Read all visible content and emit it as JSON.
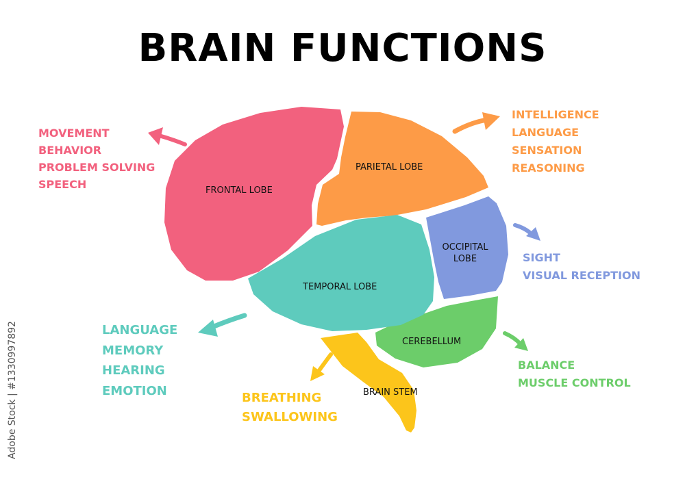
{
  "title": "BRAIN FUNCTIONS",
  "colors": {
    "frontal": "#f2617e",
    "parietal": "#fd9b47",
    "occipital": "#8199de",
    "temporal": "#5ecbbd",
    "cerebellum": "#6ccd6a",
    "brainstem": "#fcc51b"
  },
  "lobes": {
    "frontal": "FRONTAL LOBE",
    "parietal": "PARIETAL LOBE",
    "occipital_1": "OCCIPITAL",
    "occipital_2": "LOBE",
    "temporal": "TEMPORAL LOBE",
    "cerebellum": "CEREBELLUM",
    "brainstem": "BRAIN STEM"
  },
  "functions": {
    "frontal": [
      "MOVEMENT",
      "BEHAVIOR",
      "PROBLEM SOLVING",
      "SPEECH"
    ],
    "parietal": [
      "INTELLIGENCE",
      "LANGUAGE",
      "SENSATION",
      "REASONING"
    ],
    "occipital": [
      "SIGHT",
      "VISUAL RECEPTION"
    ],
    "temporal": [
      "LANGUAGE",
      "MEMORY",
      "HEARING",
      "EMOTION"
    ],
    "cerebellum": [
      "BALANCE",
      "MUSCLE CONTROL"
    ],
    "brainstem": [
      "BREATHING",
      "SWALLOWING"
    ]
  },
  "icons": [
    "arrow-frontal-icon",
    "arrow-parietal-icon",
    "arrow-occipital-icon",
    "arrow-temporal-icon",
    "arrow-cerebellum-icon",
    "arrow-brainstem-icon"
  ],
  "credit": "Adobe Stock | #1330997892"
}
